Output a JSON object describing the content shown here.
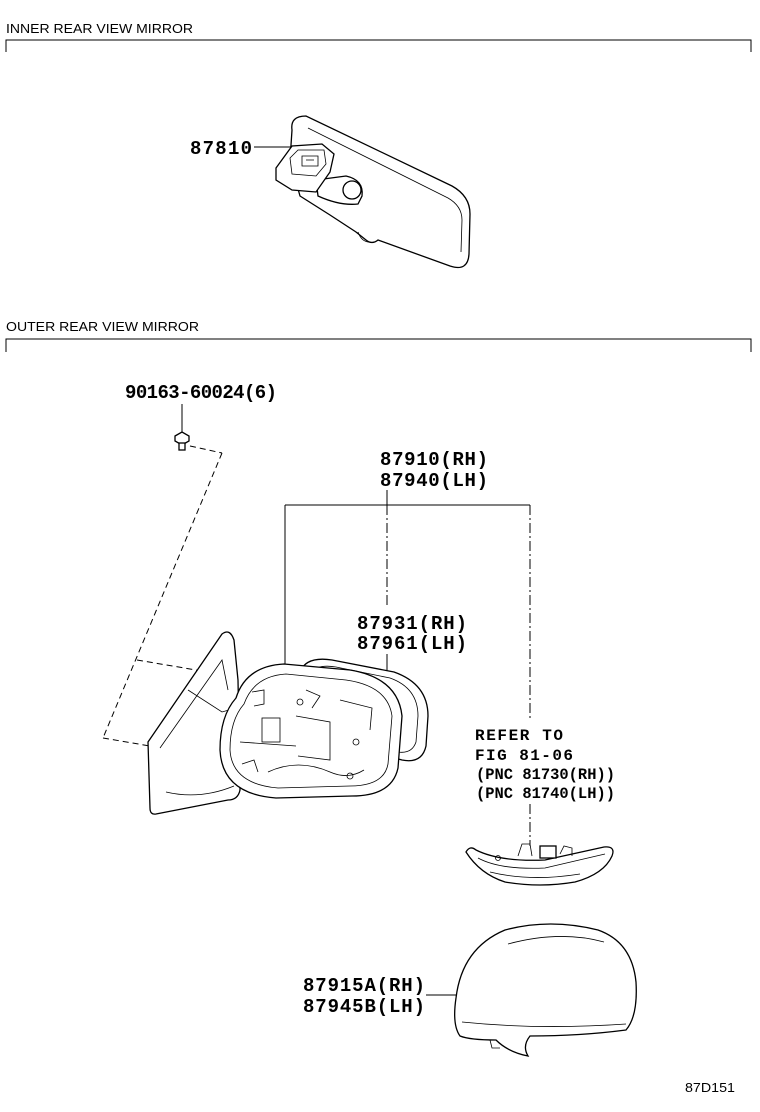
{
  "sections": {
    "inner": {
      "title": "INNER REAR VIEW MIRROR"
    },
    "outer": {
      "title": "OUTER REAR VIEW MIRROR"
    }
  },
  "parts": {
    "inner_mirror": {
      "number": "87810"
    },
    "screw": {
      "number": "90163-60024(6)"
    },
    "mirror_assy": {
      "rh": "87910(RH)",
      "lh": "87940(LH)"
    },
    "mirror_glass": {
      "rh": "87931(RH)",
      "lh": "87961(LH)"
    },
    "turn_signal": {
      "line1": "REFER TO",
      "line2": "FIG 81-06",
      "line3": "(PNC 81730(RH))",
      "line4": "(PNC 81740(LH))"
    },
    "cover": {
      "rh": "87915A(RH)",
      "lh": "87945B(LH)"
    }
  },
  "figure_id": "87D151"
}
